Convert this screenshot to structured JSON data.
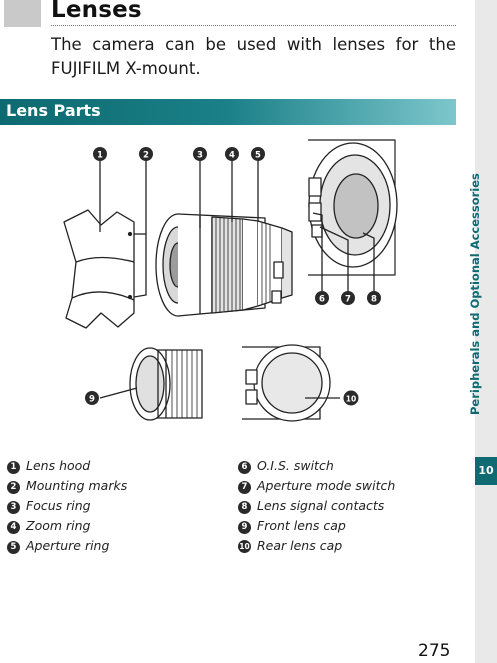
{
  "title": "Lenses",
  "intro": "The camera can be used with lenses for the FUJIFILM X-mount.",
  "section_title": "Lens Parts",
  "side_label": "Peripherals and Optional Accessories",
  "chapter": "10",
  "page_number": "275",
  "callouts": [
    "1",
    "2",
    "3",
    "4",
    "5",
    "6",
    "7",
    "8",
    "9",
    "10"
  ],
  "parts_left": [
    {
      "num": "1",
      "label": "Lens hood"
    },
    {
      "num": "2",
      "label": "Mounting marks"
    },
    {
      "num": "3",
      "label": "Focus ring"
    },
    {
      "num": "4",
      "label": "Zoom ring"
    },
    {
      "num": "5",
      "label": "Aperture ring"
    }
  ],
  "parts_right": [
    {
      "num": "6",
      "label": "O.I.S. switch"
    },
    {
      "num": "7",
      "label": "Aperture mode switch"
    },
    {
      "num": "8",
      "label": "Lens signal contacts"
    },
    {
      "num": "9",
      "label": "Front lens cap"
    },
    {
      "num": "10",
      "label": "Rear lens cap"
    }
  ],
  "colors": {
    "teal": "#0f6a71",
    "badge": "#2a2a2a"
  }
}
